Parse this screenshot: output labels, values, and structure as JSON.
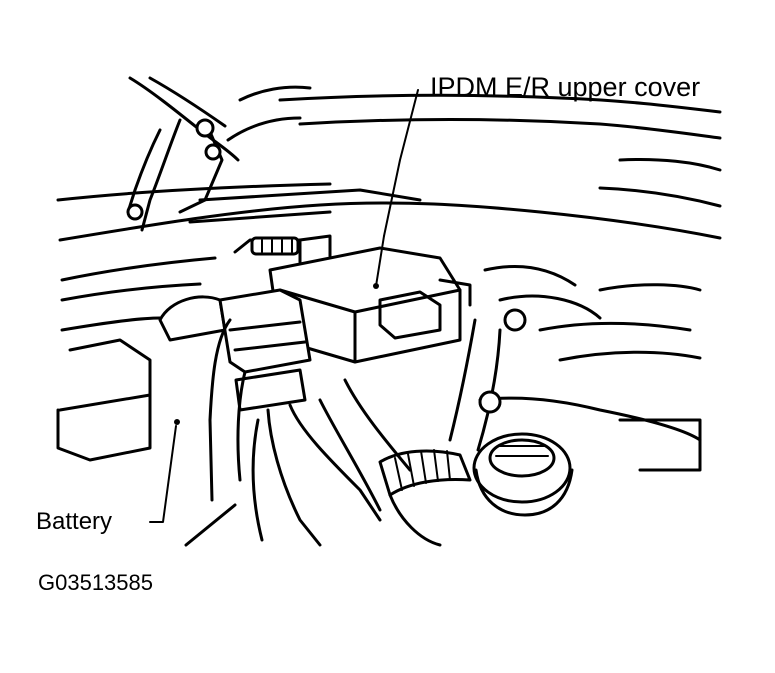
{
  "labels": {
    "upper_cover": "IPDM E/R upper cover",
    "battery": "Battery",
    "figure_id": "G03513585"
  },
  "colors": {
    "line": "#000000",
    "background": "#ffffff"
  }
}
